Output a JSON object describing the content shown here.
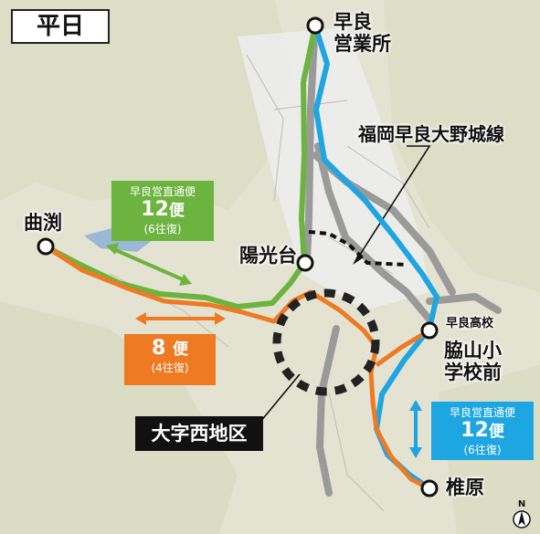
{
  "day_label": "平日",
  "places": {
    "sawara_office": "早良\n営業所",
    "magaribuchi": "曲渕",
    "yokodai": "陽光台",
    "wakiyama": "脇山小\n学校前",
    "shiibaru": "椎原",
    "sawara_high": "早良高校"
  },
  "road_label": "福岡早良大野城線",
  "green_box": {
    "top": "早良営直通便",
    "count": "12",
    "unit": "便",
    "sub": "(6往復)"
  },
  "orange_box": {
    "count": "8",
    "unit": "便",
    "sub": "(4往復)"
  },
  "blue_box": {
    "top": "早良営直通便",
    "count": "12",
    "unit": "便",
    "sub": "(6往復)"
  },
  "district_label": "大字西地区",
  "north_label": "N",
  "colors": {
    "green": "#6cb33f",
    "orange": "#ee7a22",
    "blue": "#1ea6e3",
    "gray_road": "#9a9a9a"
  }
}
